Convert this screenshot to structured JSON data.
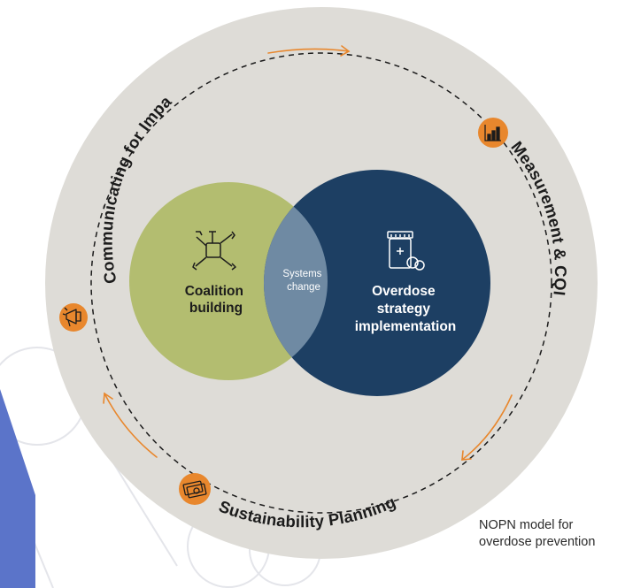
{
  "diagram": {
    "ring_labels": {
      "top_left": "Communicating for Impact",
      "right": "Measurement & CQI",
      "bottom": "Sustainability Planning"
    },
    "circles": {
      "left_title_line1": "Coalition",
      "left_title_line2": "building",
      "overlap_line1": "Systems",
      "overlap_line2": "change",
      "right_title_line1": "Overdose",
      "right_title_line2": "strategy",
      "right_title_line3": "implementation"
    },
    "icons": {
      "coalition": "hands-together-icon",
      "overdose": "medicine-bottle-icon",
      "measurement": "bar-chart-icon",
      "communicating": "megaphone-icon",
      "sustainability": "money-icon"
    }
  },
  "caption": {
    "line1": "NOPN model for",
    "line2": "overdose prevention"
  },
  "colors": {
    "ring": "#dedcd7",
    "green": "#b3bd70",
    "navy": "#1d3f63",
    "overlap": "#6f8aa3",
    "accent": "#e8872d",
    "text_dark": "#1c1c1c"
  }
}
